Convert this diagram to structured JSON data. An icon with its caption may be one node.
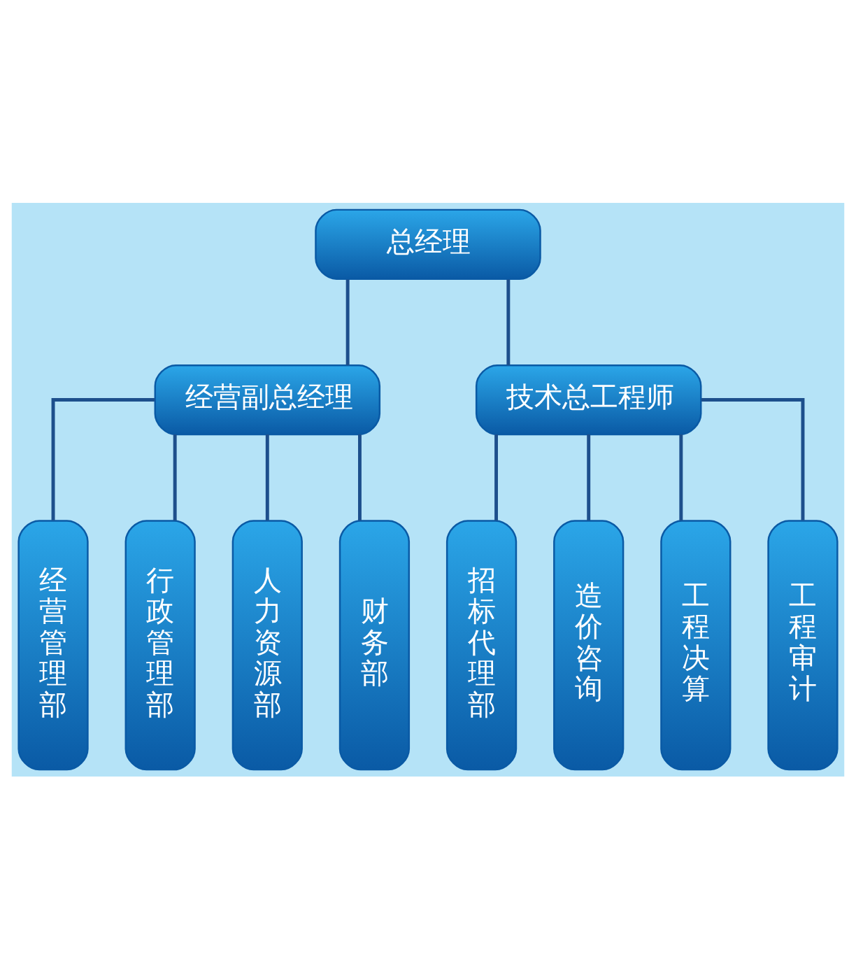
{
  "diagram": {
    "nodes": [
      {
        "text": [
          "总经理"
        ]
      },
      {
        "text": [
          "经营副总经理"
        ]
      },
      {
        "text": [
          "技术总工程师"
        ]
      },
      {
        "text": [
          "经营管理部"
        ]
      },
      {
        "text": [
          "行政管理部"
        ]
      },
      {
        "text": [
          "人力资源部"
        ]
      },
      {
        "text": [
          "财务部"
        ]
      },
      {
        "text": [
          "招标代理部"
        ]
      },
      {
        "text": [
          "造价咨询"
        ]
      },
      {
        "text": [
          "工程决算"
        ]
      },
      {
        "text": [
          "工程审计"
        ]
      }
    ],
    "edges": [
      {
        "from": 0,
        "to": 1,
        "arrow": "none"
      },
      {
        "from": 0,
        "to": 2,
        "arrow": "none"
      },
      {
        "from": 1,
        "to": 3,
        "arrow": "none"
      },
      {
        "from": 1,
        "to": 4,
        "arrow": "none"
      },
      {
        "from": 1,
        "to": 5,
        "arrow": "none"
      },
      {
        "from": 1,
        "to": 6,
        "arrow": "none"
      },
      {
        "from": 2,
        "to": 7,
        "arrow": "none"
      },
      {
        "from": 2,
        "to": 8,
        "arrow": "none"
      },
      {
        "from": 2,
        "to": 9,
        "arrow": "none"
      },
      {
        "from": 2,
        "to": 10,
        "arrow": "none"
      }
    ]
  }
}
